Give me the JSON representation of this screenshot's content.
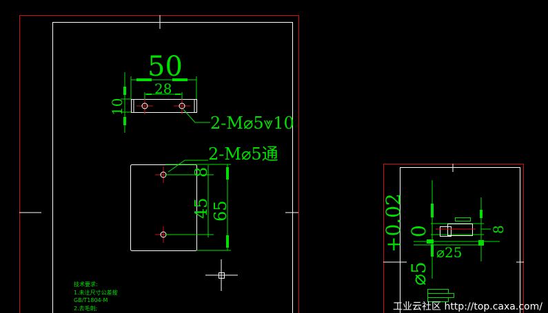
{
  "drawing": {
    "top_view": {
      "dim_width": "50",
      "dim_hole_spacing": "28",
      "dim_height": "10",
      "callout_blind": "2-M⌀5⩔10"
    },
    "front_view": {
      "callout_through": "2-M⌀5通",
      "dim_offset": "8",
      "dim_hole_spacing": "45",
      "dim_height": "65"
    },
    "detail_view": {
      "tolerance_upper": "+0.02",
      "tolerance_lower": "0",
      "dim_diameter": "⌀5",
      "dim_inner": "⌀25",
      "dim_small": "8"
    },
    "notes": {
      "title": "技术要求:",
      "line1": "1.未注尺寸公差按",
      "line2": "GB/T1804-M",
      "line3": "2.去毛刺;"
    },
    "watermark": "工业云社区 http://top.caxa.com/"
  }
}
